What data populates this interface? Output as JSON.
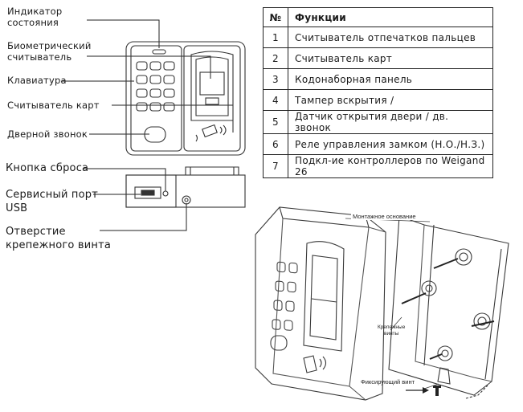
{
  "callouts": {
    "status_indicator": "Индикатор\nсостояния",
    "biometric_reader": "Биометрический\nсчитыватель",
    "keypad": "Клавиатура",
    "card_reader": "Считыватель карт",
    "doorbell": "Дверной звонок",
    "reset_button": "Кнопка сброса",
    "usb_port": "Сервисный порт\nUSB",
    "screw_hole": "Отверстие\nкрепежного винта"
  },
  "functions_table": {
    "header_num": "№",
    "header_func": "Функции",
    "rows": [
      {
        "num": "1",
        "text": "Считыватель отпечатков пальцев"
      },
      {
        "num": "2",
        "text": "Считыватель карт"
      },
      {
        "num": "3",
        "text": "Кодонаборная панель"
      },
      {
        "num": "4",
        "text": "Тампер вскрытия /"
      },
      {
        "num": "5",
        "text": "Датчик открытия двери / дв. звонок"
      },
      {
        "num": "6",
        "text": "Реле управления замком (Н.О./Н.З.)"
      },
      {
        "num": "7",
        "text": "Подкл-ие контроллеров по Weigand 26"
      }
    ]
  },
  "mounting_labels": {
    "base": "Монтажное основание",
    "screws": "Крепежные\nвинты",
    "fix_screw": "Фиксирующий винт"
  }
}
